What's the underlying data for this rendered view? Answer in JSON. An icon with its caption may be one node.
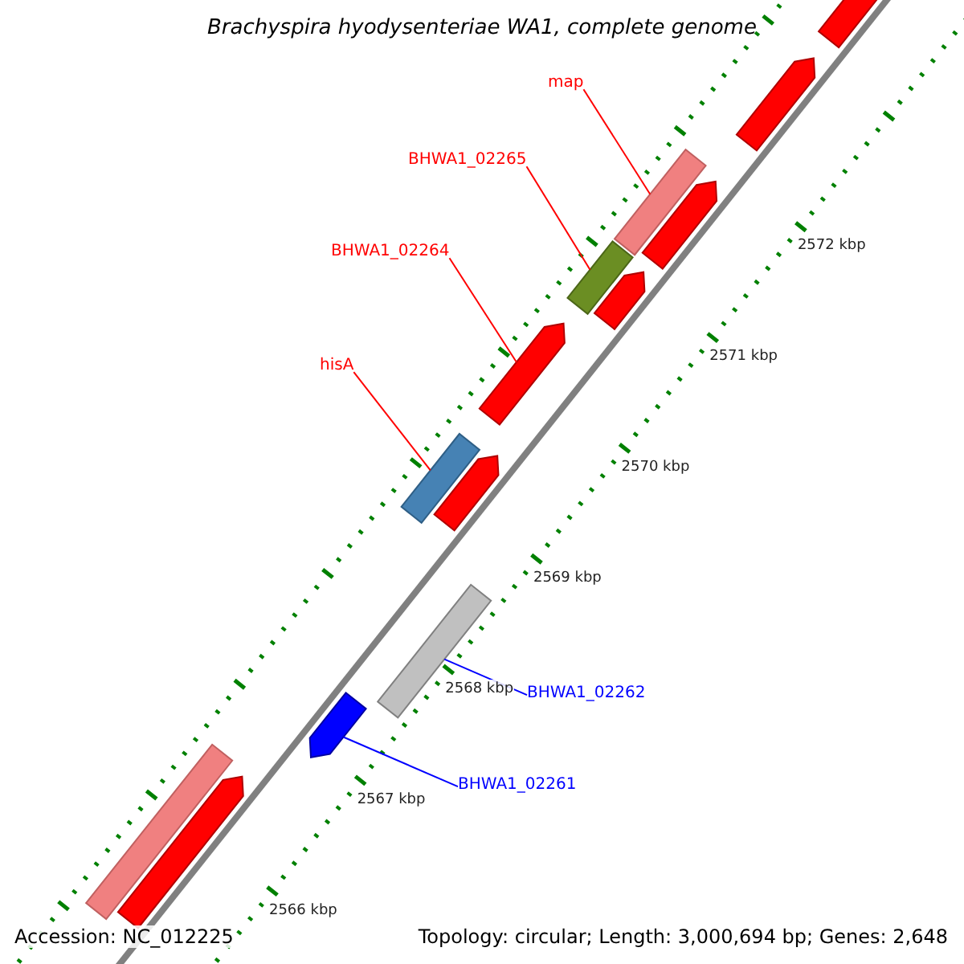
{
  "diagram": {
    "title": "Brachyspira hyodysenteriae WA1, complete genome",
    "nodes": [
      {
        "text": [
          "map"
        ]
      },
      {
        "text": [
          "BHWA1_02265"
        ]
      },
      {
        "text": [
          "BHWA1_02264"
        ]
      },
      {
        "text": [
          "hisA"
        ]
      },
      {
        "text": [
          "BHWA1_02262"
        ]
      },
      {
        "text": [
          "BHWA1_02261"
        ]
      },
      {
        "text": [],
        "shape": "bar"
      },
      {
        "text": [],
        "shape": "bar"
      },
      {
        "text": [],
        "shape": "arrow"
      },
      {
        "text": [],
        "shape": "bar"
      },
      {
        "text": [],
        "shape": "bar"
      },
      {
        "text": [],
        "shape": "arrow"
      },
      {
        "text": [],
        "shape": "bar"
      },
      {
        "text": [],
        "shape": "arrow"
      },
      {
        "text": [],
        "shape": "arrow"
      },
      {
        "text": [],
        "shape": "arrow"
      },
      {
        "text": [],
        "shape": "arrow"
      },
      {
        "text": [],
        "shape": "arrow"
      },
      {
        "text": [],
        "shape": "arrow"
      }
    ],
    "edges": [
      {
        "from": 0,
        "to": 6,
        "arrow": "none"
      },
      {
        "from": 1,
        "to": 7,
        "arrow": "none"
      },
      {
        "from": 2,
        "to": 8,
        "arrow": "none"
      },
      {
        "from": 3,
        "to": 9,
        "arrow": "none"
      },
      {
        "from": 4,
        "to": 10,
        "arrow": "none",
        "color": "#0000ff"
      },
      {
        "from": 5,
        "to": 11,
        "arrow": "none",
        "color": "#0000ff"
      }
    ],
    "labels": [
      "2572 kbp",
      "2571 kbp",
      "2570 kbp",
      "2569 kbp",
      "2568 kbp",
      "2567 kbp",
      "2566 kbp",
      "Accession: NC_012225",
      "Topology: circular; Length: 3,000,694 bp; Genes: 2,648"
    ]
  }
}
